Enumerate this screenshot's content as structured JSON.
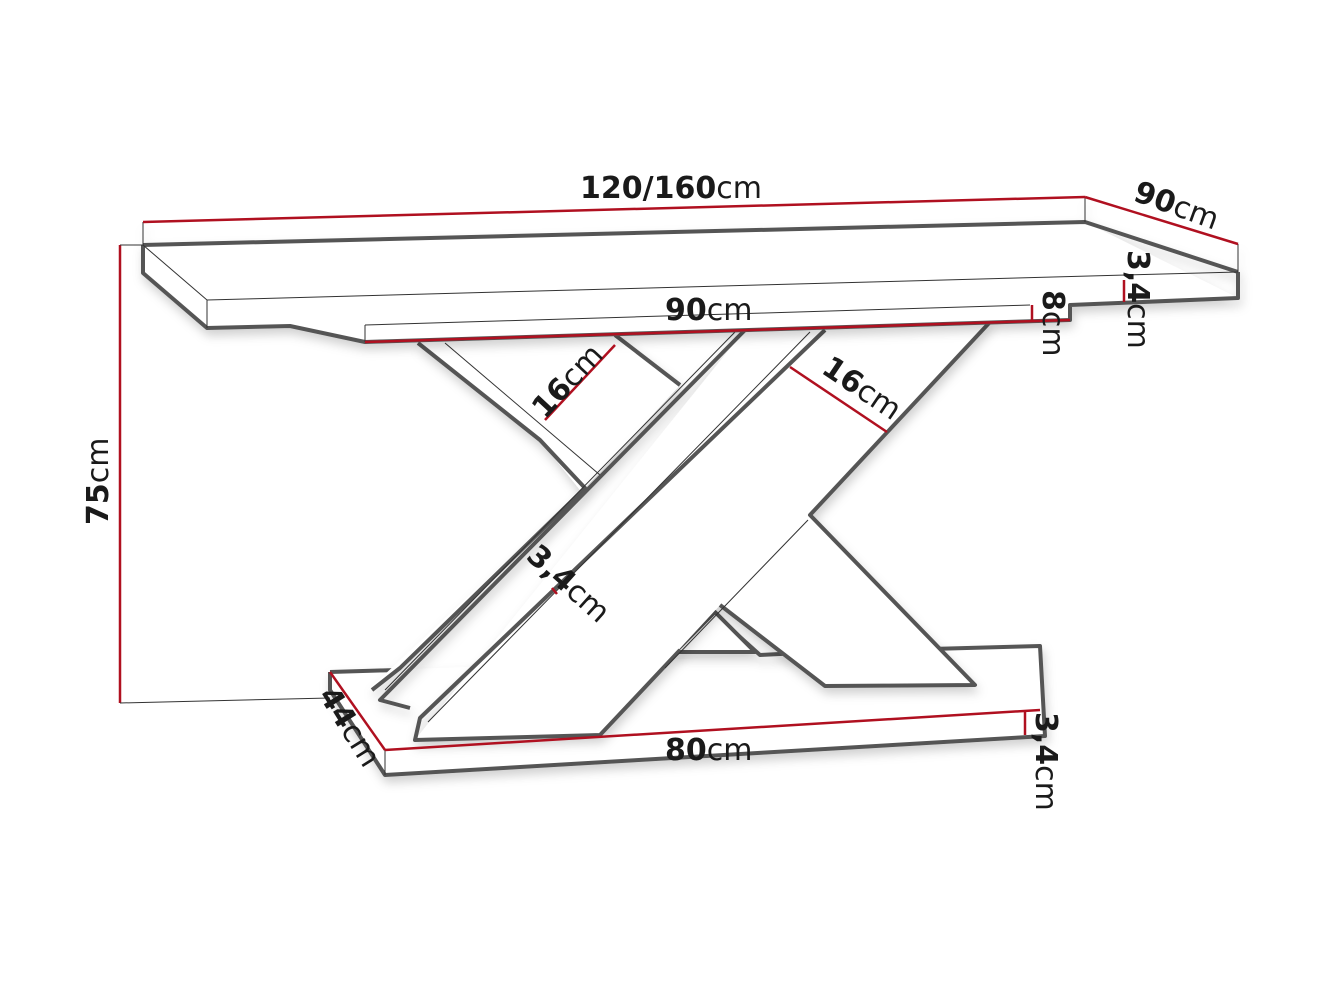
{
  "diagram": {
    "type": "furniture-dimension-drawing",
    "subject": "X-base dining table",
    "colors": {
      "outline": "#555555",
      "dimension_line": "#b01020",
      "text": "#1a1a1a",
      "background": "#ffffff"
    },
    "dimensions": {
      "top_length": {
        "value": "120/160",
        "unit": "cm"
      },
      "top_depth": {
        "value": "90",
        "unit": "cm"
      },
      "top_thickness": {
        "value": "3,4",
        "unit": "cm"
      },
      "apron_length": {
        "value": "90",
        "unit": "cm"
      },
      "apron_height": {
        "value": "8",
        "unit": "cm"
      },
      "leg_width_left": {
        "value": "16",
        "unit": "cm"
      },
      "leg_width_right": {
        "value": "16",
        "unit": "cm"
      },
      "leg_thickness": {
        "value": "3,4",
        "unit": "cm"
      },
      "total_height": {
        "value": "75",
        "unit": "cm"
      },
      "base_depth": {
        "value": "44",
        "unit": "cm"
      },
      "base_length": {
        "value": "80",
        "unit": "cm"
      },
      "base_thickness": {
        "value": "3,4",
        "unit": "cm"
      }
    }
  }
}
